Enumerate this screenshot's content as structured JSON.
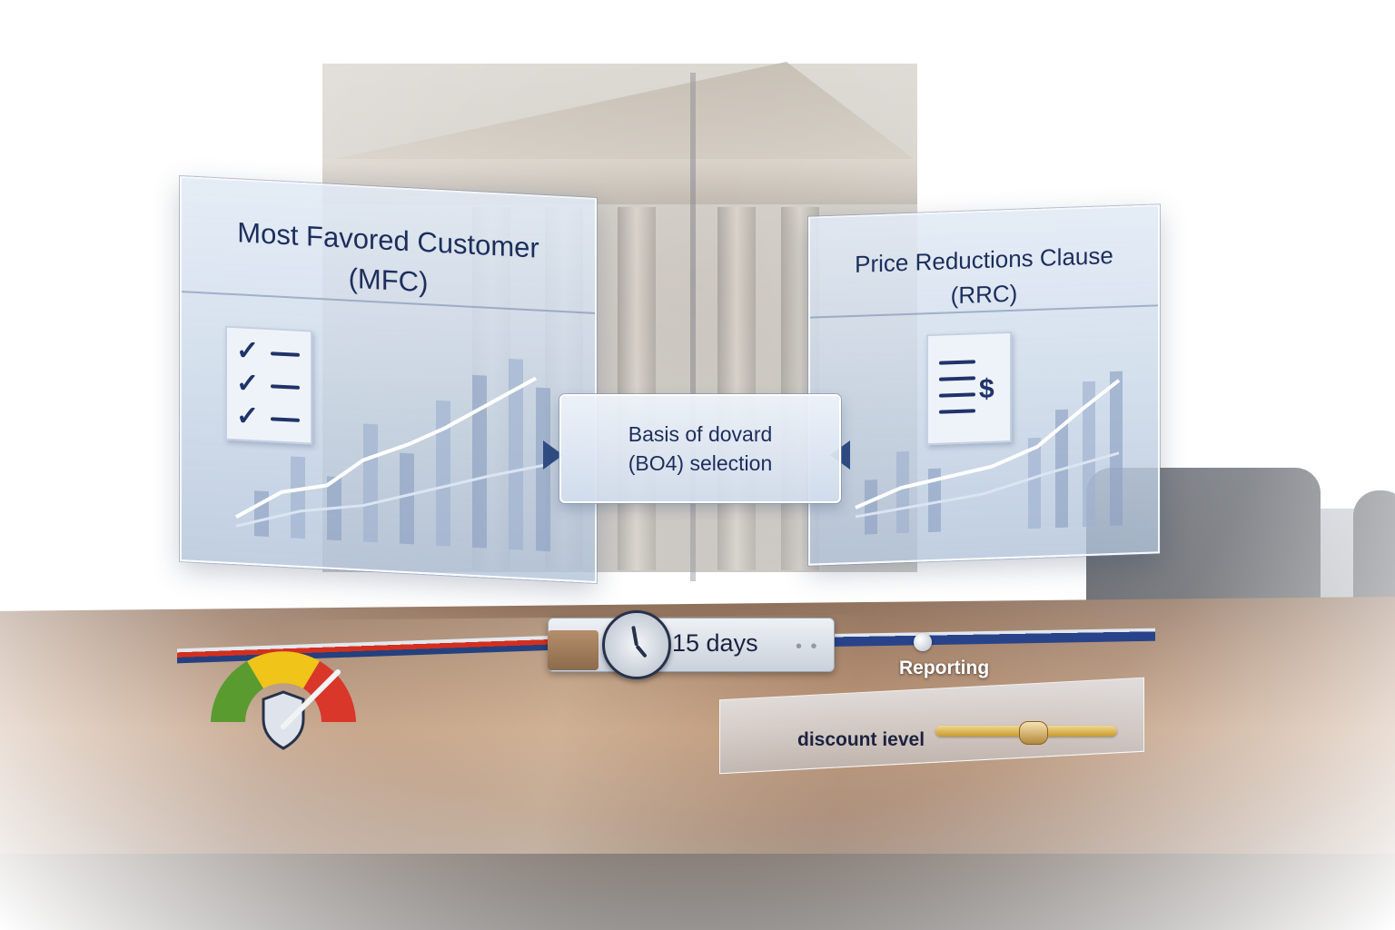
{
  "mfc_panel": {
    "title_line1": "Most Favored Customer",
    "title_line2": "(MFC)",
    "icon": "checklist-document-icon"
  },
  "rrc_panel": {
    "title_line1": "Price Reductions Clause",
    "title_line2": "(RRC)",
    "icon": "invoice-dollar-document-icon"
  },
  "center_tag": {
    "line1": "Basis of dovard",
    "line2": "(BO4) selection"
  },
  "timeline": {
    "days_label": "15 days",
    "reporting_label": "Reporting",
    "clock_icon": "clock-icon"
  },
  "gauge": {
    "icon": "shield-gauge-icon",
    "colors": [
      "#5a9b2f",
      "#f0c419",
      "#d9372a"
    ]
  },
  "discount": {
    "label": "discount ievel",
    "level": 0.55
  },
  "colors": {
    "navy": "#1d2e5c",
    "red": "#d32f1f",
    "blue": "#28438a",
    "gold": "#c69a2e"
  }
}
